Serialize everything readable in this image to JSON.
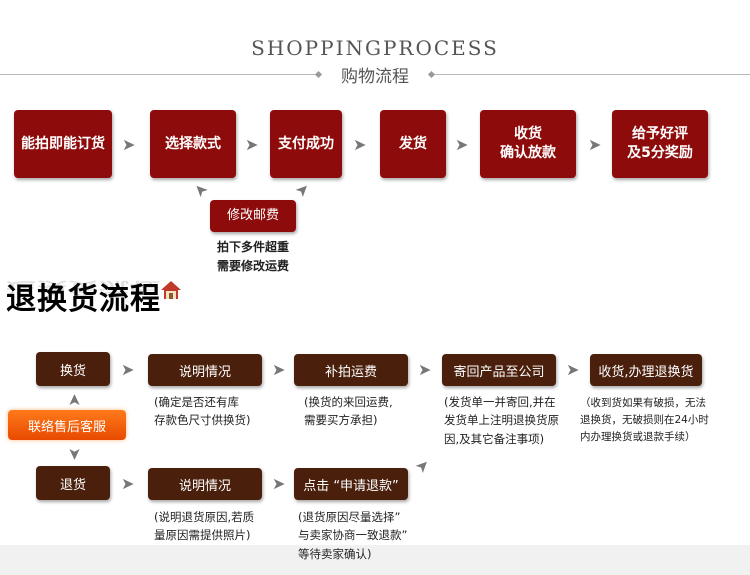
{
  "header": {
    "title_en": "SHOPPINGPROCESS",
    "title_zh": "购物流程"
  },
  "shopping": {
    "steps": [
      "能拍即能订货",
      "选择款式",
      "支付成功",
      "发货",
      "收货\n确认放款",
      "给予好评\n及5分奖励"
    ],
    "modify": "修改邮费",
    "modify_note": "拍下多件超重\n需要修改运费"
  },
  "returns": {
    "title": "退换货流程",
    "service": "联络售后客服",
    "exchange": "换货",
    "refund": "退货",
    "ex_steps": [
      "说明情况",
      "补拍运费",
      "寄回产品至公司",
      "收货,办理退换货"
    ],
    "ex_desc": [
      "(确定是否还有库\n存款色尺寸供换货)",
      "(换货的来回运费,\n需要买方承担)",
      "(发货单一并寄回,并在\n发货单上注明退换货原\n因,及其它备注事项)",
      "（收到货如果有破损，无法\n退换货，无破损则在24小时\n内办理换货或退款手续）"
    ],
    "rf_steps": [
      "说明情况",
      "点击 “申请退款”"
    ],
    "rf_desc": [
      "(说明退货原因,若质\n量原因需提供照片)",
      "(退货原因尽量选择”\n与卖家协商一致退款”\n等待卖家确认)"
    ]
  }
}
